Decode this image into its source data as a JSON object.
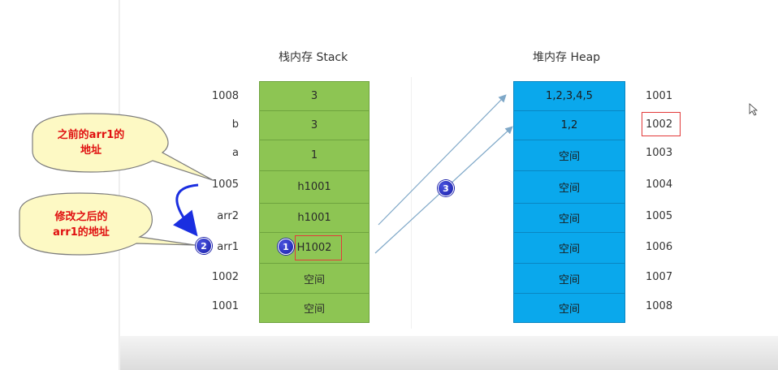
{
  "stack": {
    "title": "栈内存 Stack",
    "rows": [
      {
        "label": "1008",
        "value": "3"
      },
      {
        "label": "b",
        "value": "3"
      },
      {
        "label": "a",
        "value": "1"
      },
      {
        "label": "1005",
        "value": "h1001"
      },
      {
        "label": "arr2",
        "value": "h1001"
      },
      {
        "label": "arr1",
        "value": "H1002"
      },
      {
        "label": "1002",
        "value": "空间"
      },
      {
        "label": "1001",
        "value": "空间"
      }
    ]
  },
  "heap": {
    "title": "堆内存 Heap",
    "rows": [
      {
        "value": "1,2,3,4,5",
        "address": "1001"
      },
      {
        "value": "1,2",
        "address": "1002"
      },
      {
        "value": "空间",
        "address": "1003"
      },
      {
        "value": "空间",
        "address": "1004"
      },
      {
        "value": "空间",
        "address": "1005"
      },
      {
        "value": "空间",
        "address": "1006"
      },
      {
        "value": "空间",
        "address": "1007"
      },
      {
        "value": "空间",
        "address": "1008"
      }
    ]
  },
  "callouts": {
    "before": {
      "line1": "之前的arr1的",
      "line2": "地址"
    },
    "after": {
      "line1": "修改之后的",
      "line2": "arr1的地址"
    }
  },
  "badges": {
    "one": "1",
    "two": "2",
    "three": "3"
  },
  "colors": {
    "stack_fill": "#8dc553",
    "heap_fill": "#0aa8ec",
    "highlight": "#e23a3a",
    "callout_fill": "#fdf9c4",
    "callout_text": "#e01010",
    "badge": "#1a1fa8",
    "arrow": "#7fa8c8"
  }
}
